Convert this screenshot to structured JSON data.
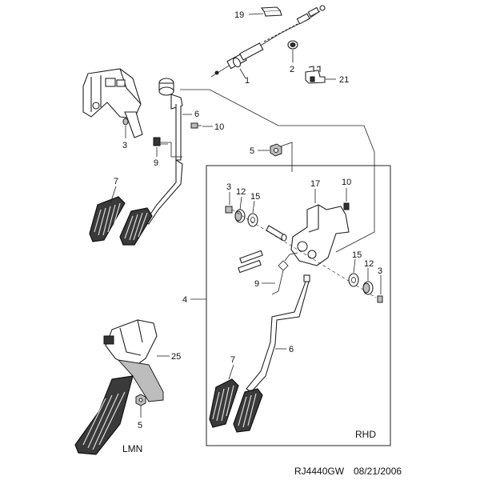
{
  "callouts": {
    "c1": "1",
    "c2": "2",
    "c3_top": "3",
    "c3_box_left": "3",
    "c3_box_right": "3",
    "c4": "4",
    "c5_top": "5",
    "c5_bottom": "5",
    "c6_top": "6",
    "c6_box": "6",
    "c7_top": "7",
    "c7_box": "7",
    "c9_top": "9",
    "c9_box": "9",
    "c10_top": "10",
    "c10_box": "10",
    "c12_left": "12",
    "c12_right": "12",
    "c15_left": "15",
    "c15_right": "15",
    "c17": "17",
    "c19": "19",
    "c21": "21",
    "c25": "25"
  },
  "labels": {
    "variant_left": "LMN",
    "variant_right": "RHD"
  },
  "footer": {
    "drawing_id": "RJ4440GW",
    "date": "08/21/2006"
  }
}
